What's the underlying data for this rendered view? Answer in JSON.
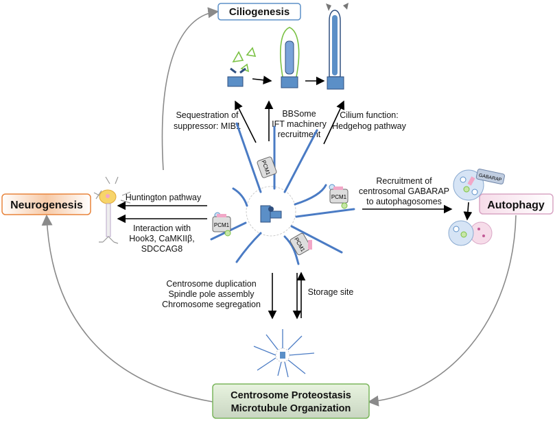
{
  "boxes": {
    "ciliogenesis": "Ciliogenesis",
    "neurogenesis": "Neurogenesis",
    "autophagy": "Autophagy",
    "proteostasis_line1": "Centrosome Proteostasis",
    "proteostasis_line2": "Microtubule Organization"
  },
  "labels": {
    "sequestration": [
      "Sequestration of",
      "suppressor: MIB1"
    ],
    "bbsome": [
      "BBSome",
      "IFT machinery",
      "recruitment"
    ],
    "cilium": [
      "Cilium function:",
      "Hedgehog pathway"
    ],
    "huntington": "Huntington pathway",
    "interaction": [
      "Interaction with",
      "Hook3, CaMKIIβ,",
      "SDCCAG8"
    ],
    "recruitment": [
      "Recruitment of",
      "centrosomal GABARAP",
      "to autophagosomes"
    ],
    "duplication": [
      "Centrosome duplication",
      "Spindle pole assembly",
      "Chromosome segregation"
    ],
    "storage": "Storage site",
    "pcm1": "PCM1",
    "gabarap": "GABARAP"
  },
  "colors": {
    "ciliogenesis_border": "#5b8fc7",
    "neurogenesis_border": "#e8833a",
    "autophagy_border": "#d9a5c4",
    "proteostasis_border": "#7ab55c",
    "microtubule": "#4a7bc4"
  }
}
